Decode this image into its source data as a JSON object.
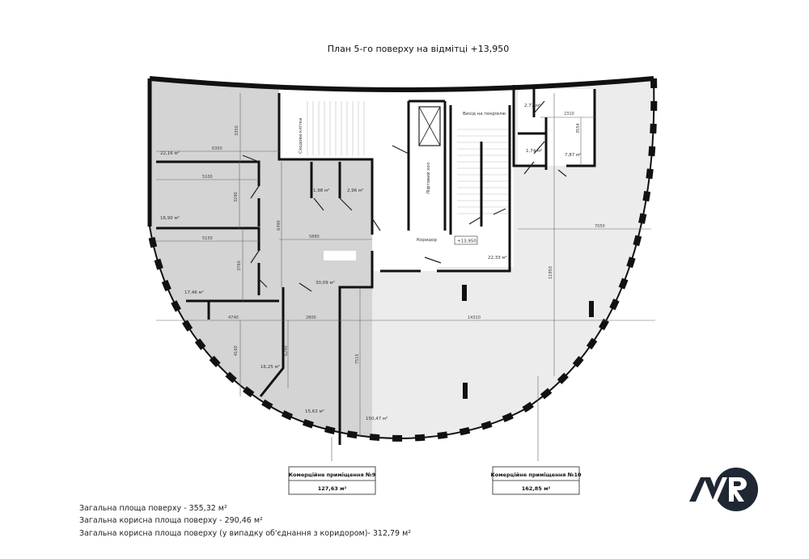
{
  "title": "План 5-го поверху на відмітці +13,950",
  "colors": {
    "commercial_9": "#d4d4d4",
    "commercial_10": "#ececec",
    "walls": "#111111",
    "logo": "#1f2733"
  },
  "rooms": {
    "r1": "22,16 м²",
    "r2": "16,90 м²",
    "r3": "17,46 м²",
    "r4": "16,25 м²",
    "r5": "15,63 м²",
    "r6": "30,09 м²",
    "wc1": "1,98 м²",
    "wc2": "2,96 м²",
    "big": "150,47 м²",
    "corridor_area": "22,33 м²",
    "s1": "2,77 м²",
    "s2": "1,74 м²",
    "s3": "7,87 м²"
  },
  "labels": {
    "stair": "Сходова клітка",
    "lift_hall": "Ліфтовий хол",
    "roof_exit": "Вихід на покрівлю",
    "corridor": "Коридор",
    "level_mark": "+13,950"
  },
  "dimensions": {
    "d6350": "6350",
    "d3350": "3350",
    "d5100": "5100",
    "d3290": "3290",
    "d5150": "5150",
    "d3760": "3760",
    "d6490": "6490",
    "d5880": "5880",
    "d4740": "4740",
    "d2800": "2800",
    "d14310": "14310",
    "d4160": "4160",
    "d6240": "6240",
    "d7515": "7515",
    "d2310": "2310",
    "d3554": "3554",
    "d7050": "7050",
    "d11950": "11950"
  },
  "callouts": [
    {
      "name": "Комерційне приміщення №9",
      "area": "127,63 м²"
    },
    {
      "name": "Комерційне приміщення №10",
      "area": "162,85 м²"
    }
  ],
  "summary": [
    "Загальна площа поверху - 355,32 м²",
    "Загальна корисна площа поверху - 290,46 м²",
    "Загальна корисна площа поверху (у випадку об'єднання з коридором)- 312,79 м²"
  ],
  "logo": {
    "text": "A/R"
  }
}
